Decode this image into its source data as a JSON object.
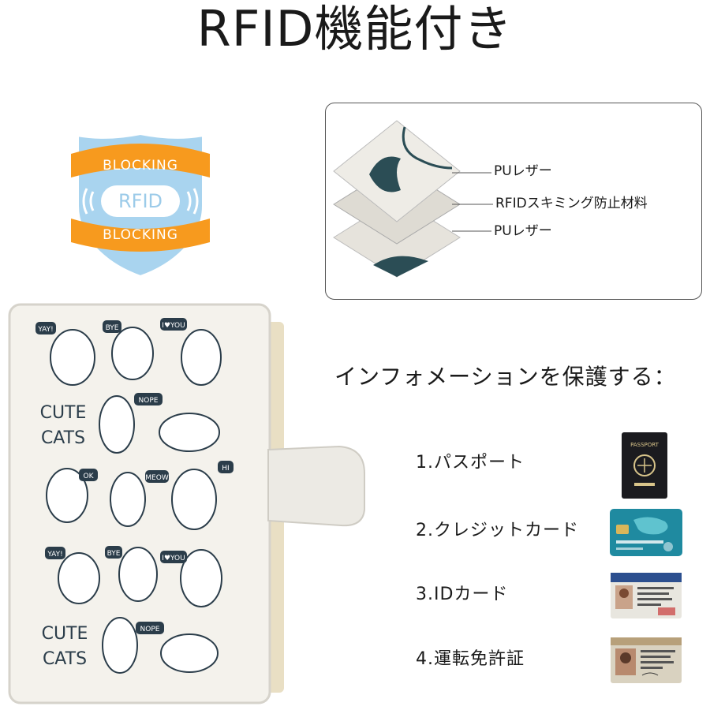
{
  "title": "RFID機能付き",
  "badge": {
    "top_text": "BLOCKING",
    "center_text": "RFID",
    "bottom_text": "BLOCKING"
  },
  "layers": [
    {
      "label": "PUレザー"
    },
    {
      "label": "RFIDスキミング防止材料"
    },
    {
      "label": "PUレザー"
    }
  ],
  "wallet": {
    "cute_cats_top": [
      "CUTE",
      "CATS"
    ],
    "cute_cats_bottom": [
      "CUTE",
      "CATS"
    ],
    "bubbles": [
      "YAY!",
      "BYE",
      "I♥YOU",
      "NOPE",
      "OK",
      "MEOW",
      "HI",
      "YAY!",
      "BYE",
      "I♥YOU",
      "NOPE"
    ]
  },
  "info": {
    "heading": "インフォメーションを保護する：",
    "items": [
      {
        "label": "1.パスポート",
        "icon": "passport-icon"
      },
      {
        "label": "2.クレジットカード",
        "icon": "credit-card-icon"
      },
      {
        "label": "3.IDカード",
        "icon": "id-card-icon"
      },
      {
        "label": "4.運転免許証",
        "icon": "drivers-license-icon"
      }
    ],
    "passport_cover_text": "PASSPORT"
  },
  "colors": {
    "badge_blue": "#a9d4ef",
    "badge_orange": "#f79a1e",
    "wallet_cream": "#f4f2ec",
    "cat_ink": "#2b3d4a"
  }
}
